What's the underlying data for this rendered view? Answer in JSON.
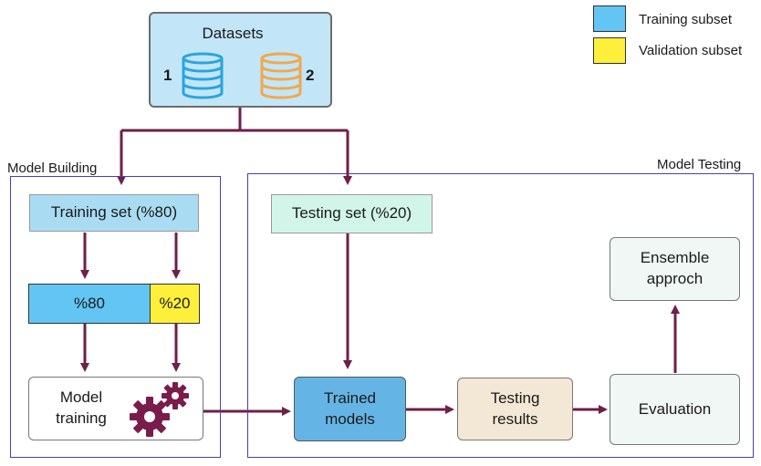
{
  "datasets": {
    "title": "Datasets",
    "label_1": "1",
    "label_2": "2",
    "icon_1": "database-icon",
    "icon_2": "database-icon"
  },
  "legend": {
    "training": {
      "label": "Training subset",
      "color": "#63c5f3"
    },
    "validation": {
      "label": "Validation subset",
      "color": "#fef03a"
    }
  },
  "model_building": {
    "title": "Model Building",
    "training_set": "Training set (%80)",
    "split_train": "%80",
    "split_valid": "%20",
    "model_training_line1": "Model",
    "model_training_line2": "training",
    "icon": "gears-icon"
  },
  "model_testing": {
    "title": "Model Testing",
    "testing_set": "Testing set (%20)",
    "trained_models_line1": "Trained",
    "trained_models_line2": "models",
    "testing_results_line1": "Testing",
    "testing_results_line2": "results",
    "evaluation": "Evaluation",
    "ensemble_line1": "Ensemble",
    "ensemble_line2": "approch"
  },
  "colors": {
    "arrow": "#6e1f4a",
    "frame": "#4a3fb0",
    "datasets_fill": "#c2e6f8",
    "training_set_fill": "#a9dcf2",
    "testing_set_fill": "#d2f5ea",
    "trained_models_fill": "#64b5e6",
    "testing_results_fill": "#f3e8d5",
    "light_box_fill": "#f1f7f5",
    "db_blue": "#2aa4e0",
    "db_orange": "#f2a84c",
    "gear": "#7a1c4b"
  }
}
